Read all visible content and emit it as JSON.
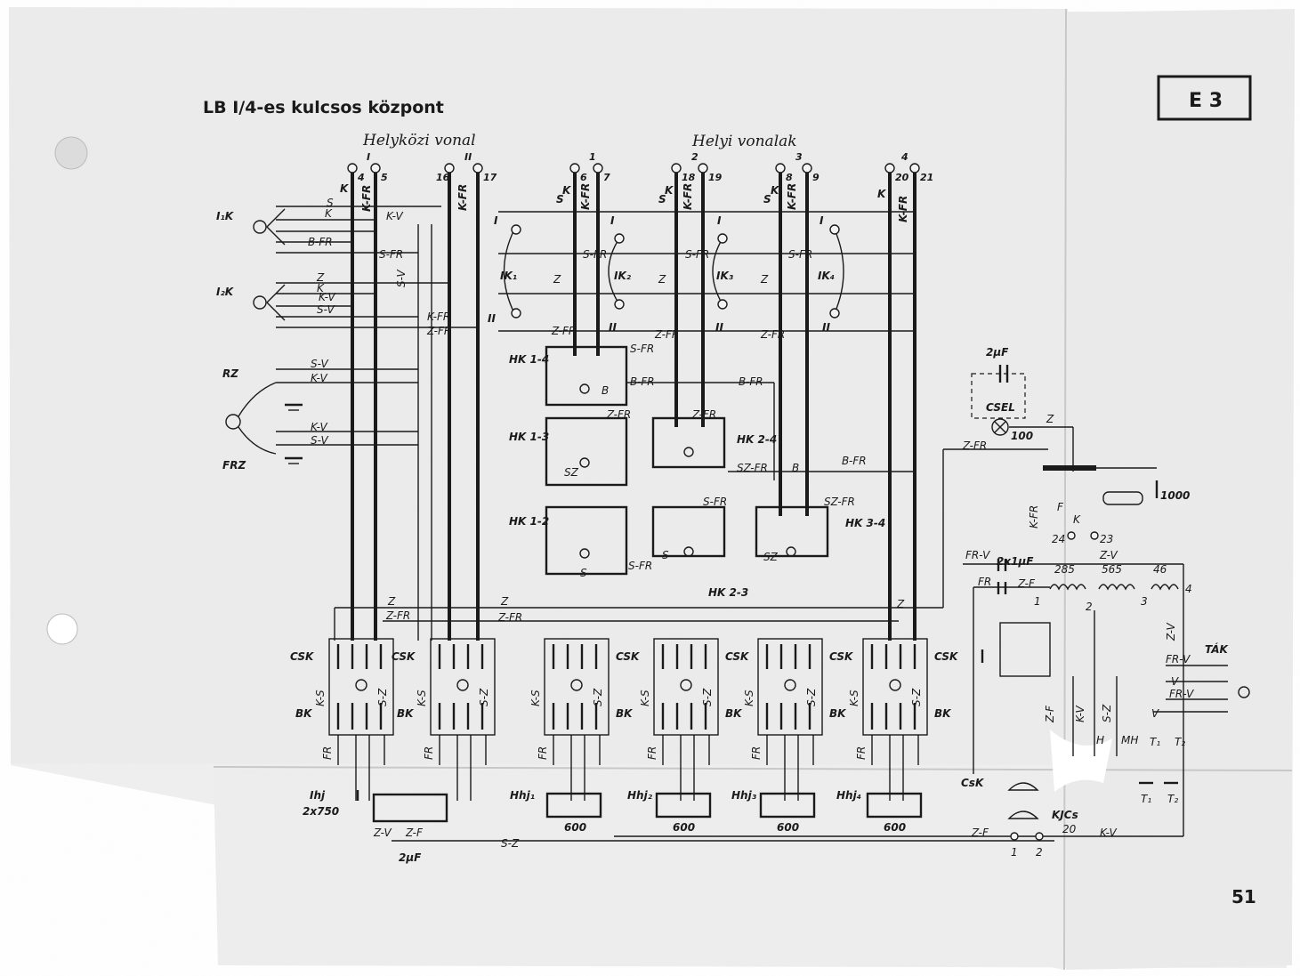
{
  "page": {
    "title": "LB I/4-es kulcsos központ",
    "code": "E 3",
    "number": "51"
  },
  "headers": {
    "long_line": "Helyközi vonal",
    "local_lines": "Helyi vonalak"
  },
  "line_numbers": {
    "I": "I",
    "II": "II",
    "l1": "1",
    "l2": "2",
    "l3": "3",
    "l4": "4"
  },
  "terminals": [
    "4",
    "5",
    "16",
    "17",
    "6",
    "7",
    "18",
    "19",
    "8",
    "9",
    "20",
    "21"
  ],
  "left_labels": {
    "i1k": "I₁K",
    "i2k": "I₂K",
    "rz": "RZ",
    "frz": "FRZ"
  },
  "wires": {
    "k": "K",
    "s": "S",
    "kfr": "K-FR",
    "kv": "K-V",
    "sv": "S-V",
    "sfr": "S-FR",
    "bfr": "B-FR",
    "zfr": "Z-FR",
    "z": "Z",
    "b": "B",
    "sz": "SZ",
    "szfr": "SZ-FR",
    "zv": "Z-V",
    "frv": "FR-V",
    "fr": "FR",
    "sz_line": "S-Z",
    "zf": "Z-F",
    "v": "V",
    "ks": "K-S",
    "sz2": "S-Z",
    "hdr": "H",
    "mh": "MH"
  },
  "keys": {
    "ik1": "IK₁",
    "ik2": "IK₂",
    "ik3": "IK₃",
    "ik4": "IK₄",
    "I": "I",
    "II": "II"
  },
  "hk": {
    "hk14": "HK 1-4",
    "hk13": "HK 1-3",
    "hk12": "HK 1-2",
    "hk24": "HK 2-4",
    "hk23": "HK 2-3",
    "hk34": "HK 3-4"
  },
  "blocks": {
    "csk": "CSK",
    "bk": "BK"
  },
  "components": {
    "cap_top": "2μF",
    "csel": "CSEL",
    "csel_val": "100",
    "res_1000": "1000",
    "t24": "24",
    "t23": "23",
    "cap2": "2x1μF",
    "coil1": "285",
    "coil2": "565",
    "coil3": "46",
    "c1": "1",
    "c2": "2",
    "c3": "3",
    "c4": "4",
    "tak": "TÁK",
    "t1": "T₁",
    "t2": "T₂",
    "h": "H",
    "ihj": "Ihj",
    "ihj_val": "2x750",
    "cap_bottom": "2μF",
    "hhj1": "Hhj₁",
    "hhj2": "Hhj₂",
    "hhj3": "Hhj₃",
    "hhj4": "Hhj₄",
    "r600": "600",
    "csk_small": "CsK",
    "kjcs": "KJCs",
    "k20": "20",
    "p1": "1",
    "p2": "2",
    "f": "F",
    "kk": "K"
  }
}
